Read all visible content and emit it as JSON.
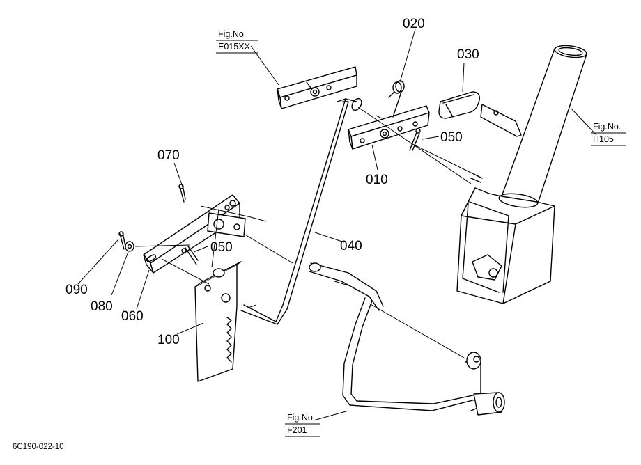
{
  "diagram_id": "6C190-022-10",
  "part_labels": {
    "p010": "010",
    "p020": "020",
    "p030": "030",
    "p040": "040",
    "p050a": "050",
    "p050b": "050",
    "p060": "060",
    "p070": "070",
    "p080": "080",
    "p090": "090",
    "p100": "100"
  },
  "figure_refs": {
    "e015": {
      "title": "Fig.No.",
      "code": "E015XX"
    },
    "h105": {
      "title": "Fig.No.",
      "code": "H105"
    },
    "f201": {
      "title": "Fig.No.",
      "code": "F201"
    }
  }
}
